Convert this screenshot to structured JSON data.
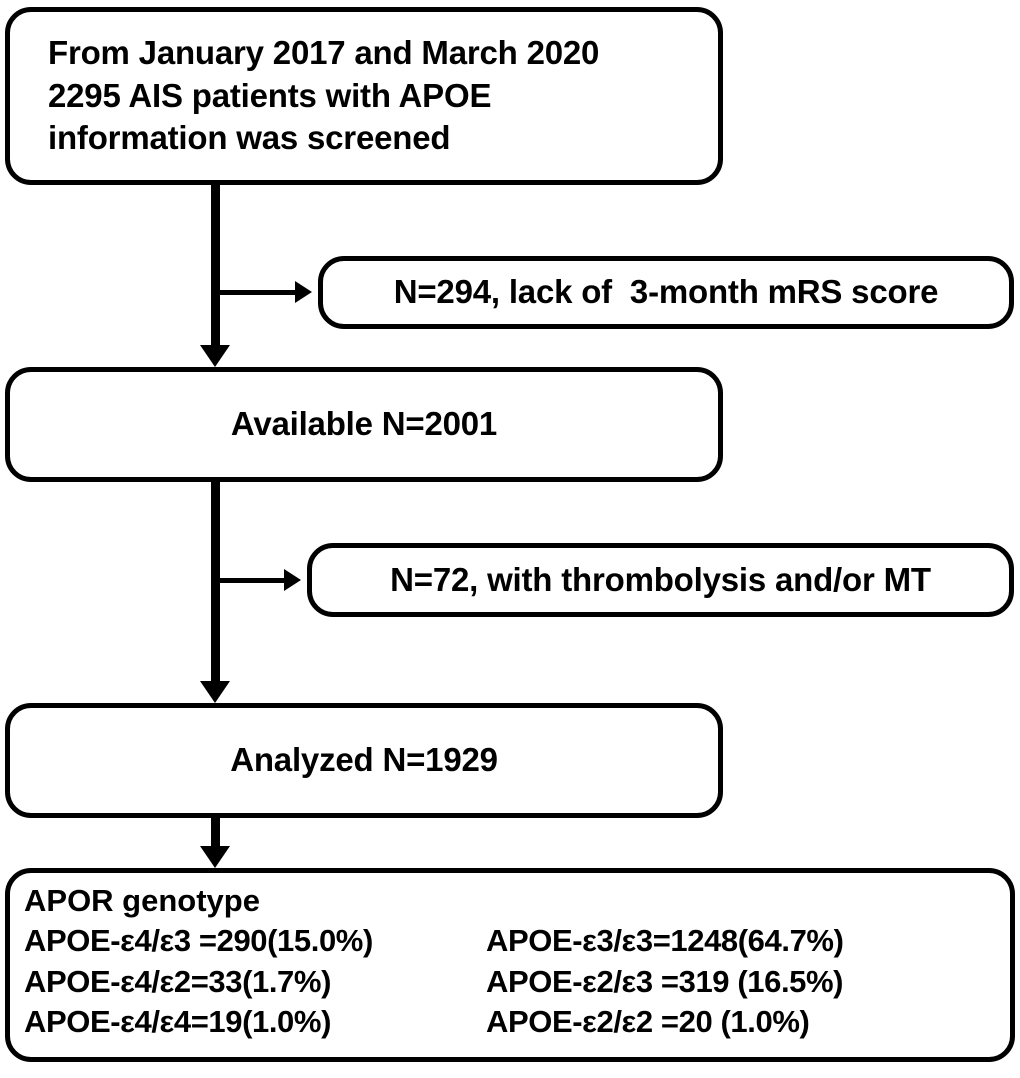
{
  "figure": {
    "type": "flowchart",
    "orientation": "vertical",
    "line_color": "#000000",
    "background": "#ffffff"
  },
  "nodes": {
    "screened": {
      "lines": [
        "From January 2017 and March 2020",
        "2295 AIS patients with APOE",
        "information was screened"
      ]
    },
    "excluded_1": {
      "text": "N=294, lack of  3-month mRS score"
    },
    "available": {
      "text": "Available N=2001"
    },
    "excluded_2": {
      "text": "N=72, with thrombolysis and/or MT"
    },
    "analyzed": {
      "text": "Analyzed N=1929"
    },
    "genotype": {
      "title": "APOR genotype",
      "rows": [
        {
          "left": "APOE-ε4/ε3 =290(15.0%)",
          "right": "APOE-ε3/ε3=1248(64.7%)"
        },
        {
          "left": "APOE-ε4/ε2=33(1.7%)",
          "right": "APOE-ε2/ε3 =319 (16.5%)"
        },
        {
          "left": "APOE-ε4/ε4=19(1.0%)",
          "right": "APOE-ε2/ε2 =20 (1.0%)"
        }
      ]
    }
  },
  "chart_data": {
    "type": "table",
    "title": "APOR genotype",
    "categories": [
      "APOE-ε4/ε3",
      "APOE-ε4/ε2",
      "APOE-ε4/ε4",
      "APOE-ε3/ε3",
      "APOE-ε2/ε3",
      "APOE-ε2/ε2"
    ],
    "values": [
      290,
      33,
      19,
      1248,
      319,
      20
    ],
    "percents": [
      15.0,
      1.7,
      1.0,
      64.7,
      16.5,
      1.0
    ],
    "flow_counts": {
      "screened": 2295,
      "excluded_no_mrs": 294,
      "available": 2001,
      "excluded_thrombolysis_mt": 72,
      "analyzed": 1929
    }
  }
}
